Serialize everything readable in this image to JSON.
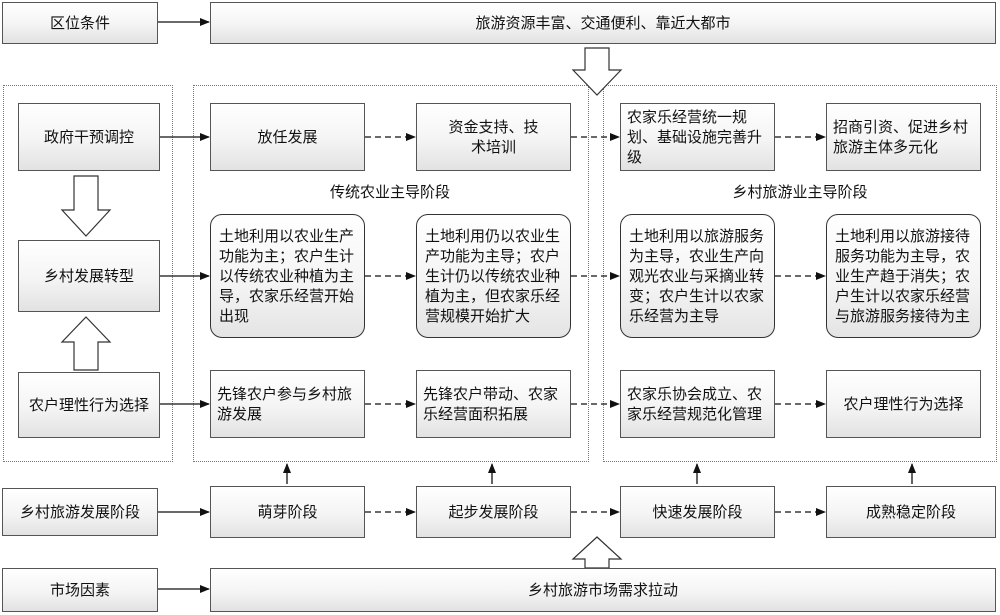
{
  "top": {
    "left_label": "区位条件",
    "right_text": "旅游资源丰富、交通便利、靠近大都市"
  },
  "left_column": {
    "gov": "政府干预调控",
    "transform": "乡村发展转型",
    "farmer": "农户理性行为选择"
  },
  "stage_labels": {
    "traditional": "传统农业主导阶段",
    "tourism": "乡村旅游业主导阶段"
  },
  "row_gov": [
    "放任发展",
    "资金支持、技术培训",
    "农家乐经营统一规划、基础设施完善升级",
    "招商引资、促进乡村旅游主体多元化"
  ],
  "row_land": [
    "土地利用以农业生产功能为主；农户生计以传统农业种植为主导，农家乐经营开始出现",
    "土地利用仍以农业生产功能为主导；农户生计仍以传统农业种植为主，但农家乐经营规模开始扩大",
    "土地利用以旅游服务为主导，农业生产向观光农业与采摘业转变；农户生计以农家乐经营为主导",
    "土地利用以旅游接待服务功能为主导，农业生产趋于消失；农户生计以农家乐经营与旅游服务接待为主"
  ],
  "row_farmer": [
    "先锋农户参与乡村旅游发展",
    "先锋农户带动、农家乐经营面积拓展",
    "农家乐协会成立、农家乐经营规范化管理",
    "农户理性行为选择"
  ],
  "bottom": {
    "stage_label": "乡村旅游发展阶段",
    "stages": [
      "萌芽阶段",
      "起步发展阶段",
      "快速发展阶段",
      "成熟稳定阶段"
    ],
    "market_label": "市场因素",
    "market_text": "乡村旅游市场需求拉动"
  }
}
